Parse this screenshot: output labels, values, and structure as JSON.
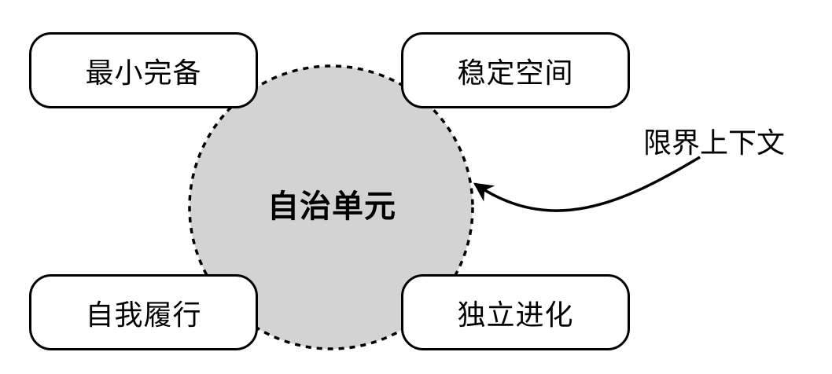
{
  "center": {
    "label": "自治单元"
  },
  "boxes": {
    "top_left": "最小完备",
    "top_right": "稳定空间",
    "bottom_left": "自我履行",
    "bottom_right": "独立进化"
  },
  "annotation": {
    "label": "限界上下文"
  },
  "colors": {
    "circle_fill": "#d3d3d3",
    "stroke": "#000000",
    "box_fill": "#ffffff"
  }
}
